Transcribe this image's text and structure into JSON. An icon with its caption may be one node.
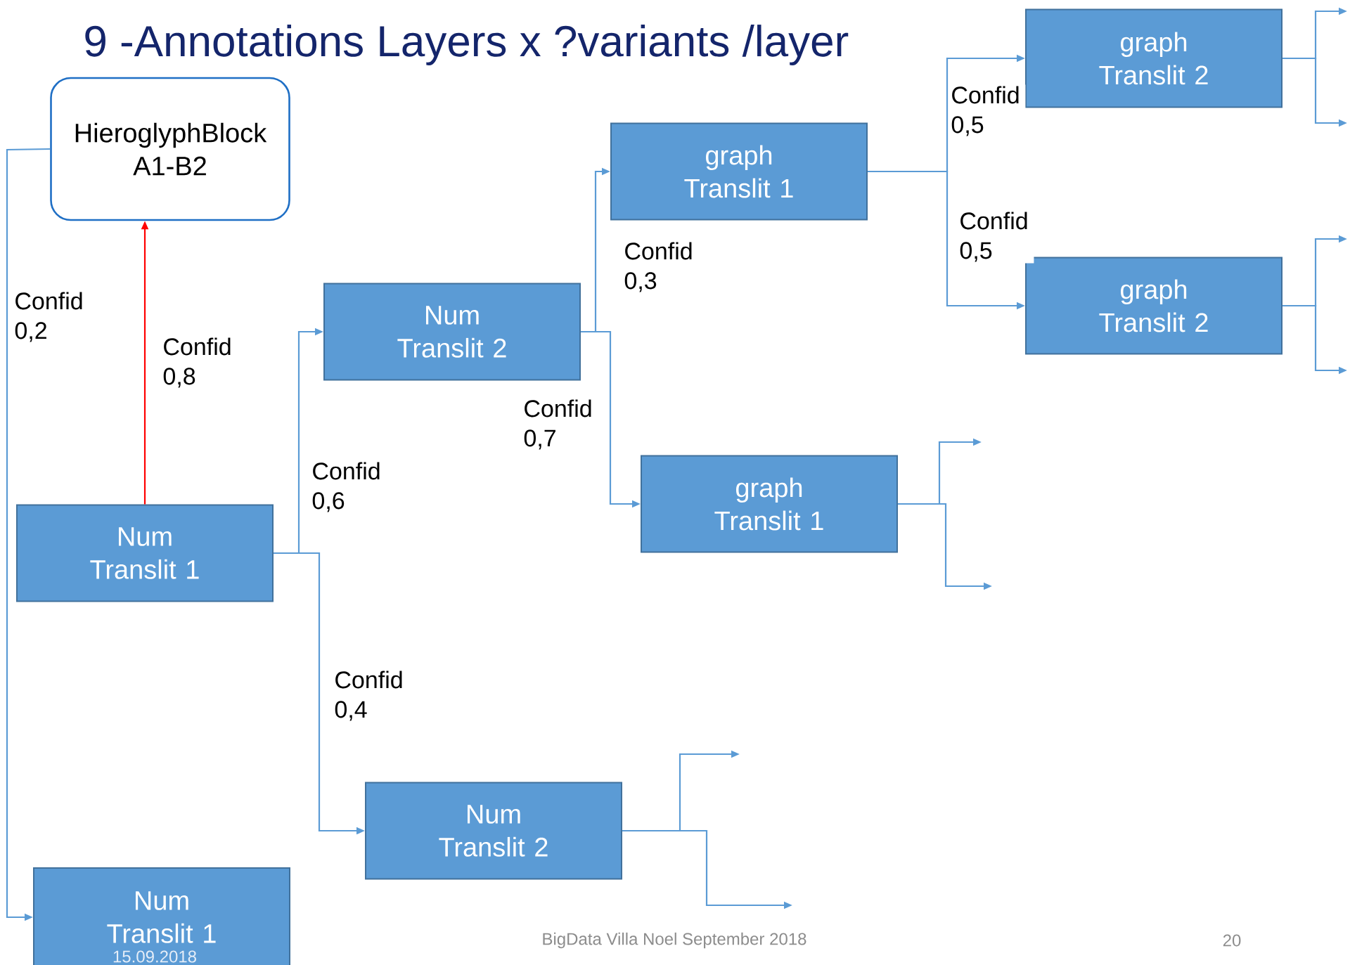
{
  "diagram": {
    "title": "9 -Annotations Layers x ?variants /layer",
    "nodes": [
      {
        "text": [
          "HieroglyphBlock A1-B2"
        ]
      },
      {
        "text": [
          "Num Translit 1"
        ]
      },
      {
        "text": [
          "Num Translit 2"
        ]
      },
      {
        "text": [
          "graph Translit 1"
        ]
      },
      {
        "text": [
          "graph Translit 2"
        ]
      },
      {
        "text": [
          "graph Translit 2"
        ]
      },
      {
        "text": [
          "graph Translit 1"
        ]
      },
      {
        "text": [
          "Num Translit 2"
        ]
      },
      {
        "text": [
          "Num Translit 1"
        ]
      }
    ],
    "edges": [
      {
        "from": 1,
        "to": 0,
        "arrow": "to",
        "label": "Confid 0,8",
        "color": "#ff0000"
      },
      {
        "from": 0,
        "to": 8,
        "arrow": "to",
        "label": "Confid 0,2"
      },
      {
        "from": 1,
        "to": 2,
        "arrow": "to",
        "label": "Confid 0,6"
      },
      {
        "from": 1,
        "to": 7,
        "arrow": "to",
        "label": "Confid 0,4"
      },
      {
        "from": 2,
        "to": 3,
        "arrow": "to",
        "label": "Confid 0,3"
      },
      {
        "from": 2,
        "to": 6,
        "arrow": "to",
        "label": "Confid 0,7"
      },
      {
        "from": 3,
        "to": 4,
        "arrow": "to",
        "label": "Confid 0,5"
      },
      {
        "from": 3,
        "to": 5,
        "arrow": "to",
        "label": "Confid 0,5"
      },
      {
        "from": 4,
        "to": null,
        "arrow": "to"
      },
      {
        "from": 4,
        "to": null,
        "arrow": "to"
      },
      {
        "from": 5,
        "to": null,
        "arrow": "to"
      },
      {
        "from": 5,
        "to": null,
        "arrow": "to"
      },
      {
        "from": 6,
        "to": null,
        "arrow": "to"
      },
      {
        "from": 6,
        "to": null,
        "arrow": "to"
      },
      {
        "from": 7,
        "to": null,
        "arrow": "to"
      },
      {
        "from": 7,
        "to": null,
        "arrow": "to"
      }
    ],
    "labels": [
      "15.09.2018",
      "BigData Villa Noel September 2018",
      "20"
    ]
  }
}
